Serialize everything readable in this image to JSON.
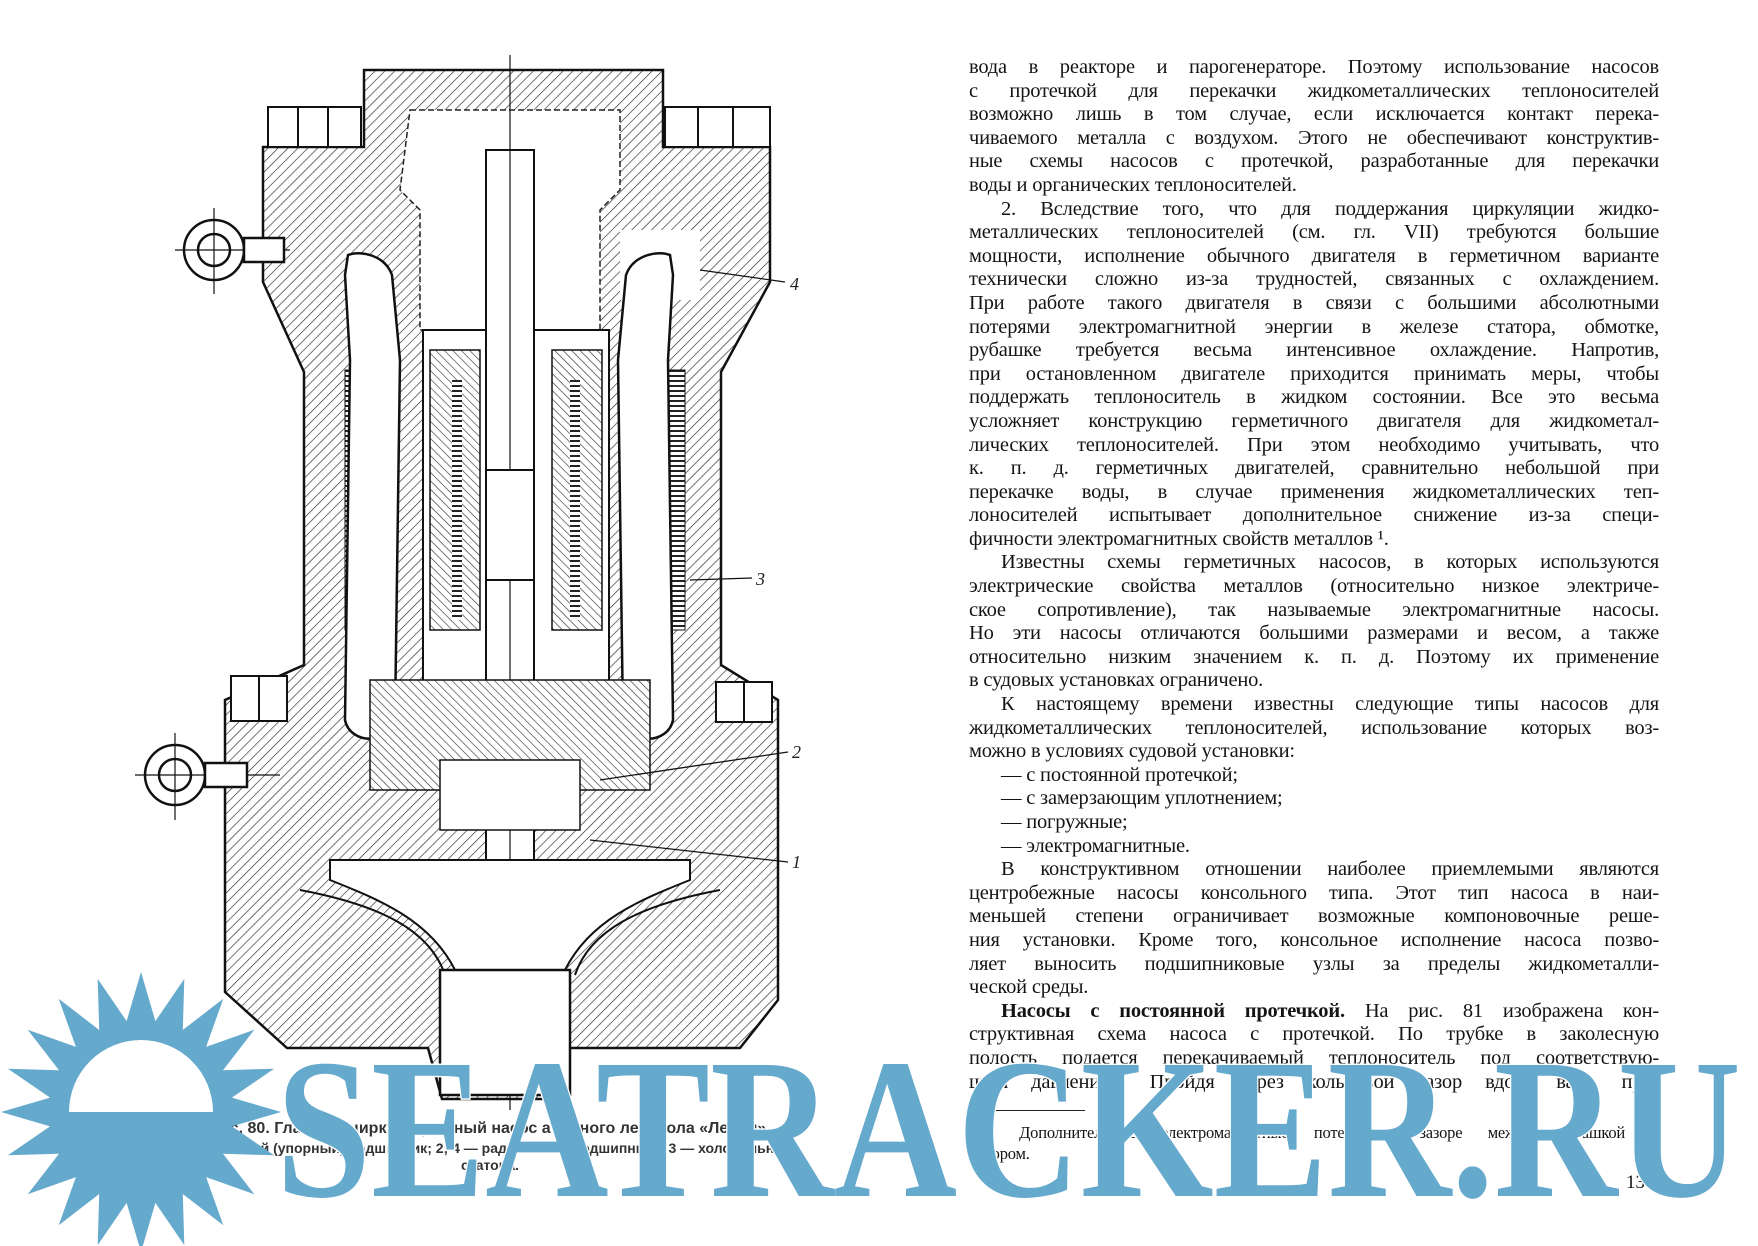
{
  "figure": {
    "labels": [
      "1",
      "2",
      "3",
      "4"
    ],
    "caption_title": "Рис. 80. Главный циркуляционный насос атомного ледокола «Ленин».",
    "caption_legend": "1 — осевой (упорный) подшипник; 2; 4 — радиальные подшипники; 3 — холодильник",
    "caption_legend_cont": "статора."
  },
  "body": {
    "paragraphs": [
      {
        "indent": false,
        "lines": [
          "вода в реакторе и парогенераторе. Поэтому использование насосов",
          "с протечкой для перекачки жидкометаллических теплоносителей",
          "возможно лишь в том случае, если исключается контакт перека-",
          "чиваемого металла с воздухом. Этого не обеспечивают конструктив-",
          "ные схемы насосов с протечкой, разработанные для перекачки",
          "воды и органических теплоносителей."
        ]
      },
      {
        "indent": true,
        "lines": [
          "2. Вследствие того, что для поддержания циркуляции жидко-",
          "металлических теплоносителей (см. гл. VII) требуются большие",
          "мощности, исполнение обычного двигателя в герметичном варианте",
          "технически сложно из-за трудностей, связанных с охлаждением.",
          "При работе такого двигателя в связи с большими абсолютными",
          "потерями электромагнитной энергии в железе статора, обмотке,",
          "рубашке требуется весьма интенсивное охлаждение. Напротив,",
          "при остановленном двигателе приходится принимать меры, чтобы",
          "поддержать теплоноситель в жидком состоянии. Все это весьма",
          "усложняет конструкцию герметичного двигателя для жидкометал-",
          "лических теплоносителей. При этом необходимо учитывать, что",
          "к. п. д. герметичных двигателей, сравнительно небольшой при",
          "перекачке воды, в случае применения жидкометаллических теп-",
          "лоносителей испытывает дополнительное снижение из-за специ-",
          "фичности электромагнитных свойств металлов ¹."
        ]
      },
      {
        "indent": true,
        "lines": [
          "Известны схемы герметичных насосов, в которых используются",
          "электрические свойства металлов (относительно низкое электриче-",
          "ское сопротивление), так называемые электромагнитные насосы.",
          "Но эти насосы отличаются большими размерами и весом, а также",
          "относительно низким значением к. п. д. Поэтому их применение",
          "в судовых установках ограничено."
        ]
      },
      {
        "indent": true,
        "lines": [
          "К настоящему времени известны следующие типы насосов для",
          "жидкометаллических теплоносителей, использование которых воз-",
          "можно в условиях судовой установки:"
        ]
      },
      {
        "list": true,
        "lines": [
          "— с постоянной протечкой;",
          "— с замерзающим уплотнением;",
          "— погружные;",
          "— электромагнитные."
        ]
      },
      {
        "indent": true,
        "lines": [
          "В конструктивном отношении наиболее приемлемыми являются",
          "центробежные насосы консольного типа. Этот тип насоса в наи-",
          "меньшей степени ограничивает возможные компоновочные реше-",
          "ния установки. Кроме того, консольное исполнение насоса позво-",
          "ляет выносить подшипниковые узлы за пределы жидкометалли-",
          "ческой среды."
        ]
      },
      {
        "indent": true,
        "continues": true,
        "bold_lead": "Насосы с постоянной протечкой.",
        "lines": [
          " На рис. 81 изображена кон-",
          "структивная схема насоса с протечкой. По трубке в заколесную",
          "полость подается перекачиваемый теплоноситель под соответствую-",
          "щим давлением. Пройдя через кольцевой зазор вдоль вала, про-"
        ]
      }
    ]
  },
  "footnote": {
    "lines": [
      "¹ Дополнительные электромагнитные потери в зазоре между рубашкой и",
      "ротором."
    ]
  },
  "page_number": "137",
  "watermark": {
    "text": "SEATRACKER.RU",
    "color": "#65a9cd"
  }
}
